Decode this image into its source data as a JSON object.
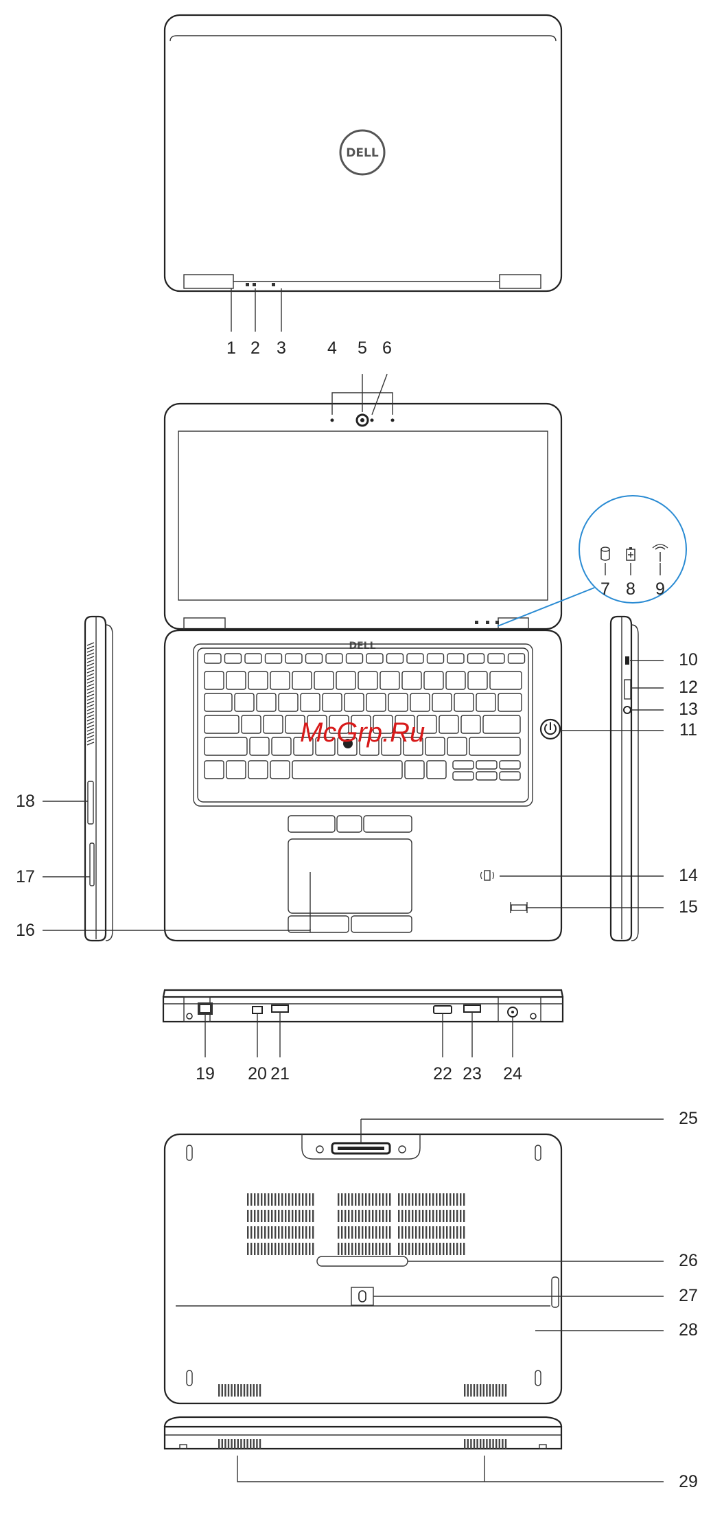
{
  "callout_numbers": [
    "1",
    "2",
    "3",
    "4",
    "5",
    "6",
    "7",
    "8",
    "9",
    "10",
    "11",
    "12",
    "13",
    "14",
    "15",
    "16",
    "17",
    "18",
    "19",
    "20",
    "21",
    "22",
    "23",
    "24",
    "25",
    "26",
    "27",
    "28",
    "29"
  ],
  "logo": "DELL",
  "watermark": "McGrp.Ru",
  "colors": {
    "callout_line": "#2a8bd3",
    "outline": "#222222",
    "watermark": "#d81a1a"
  }
}
